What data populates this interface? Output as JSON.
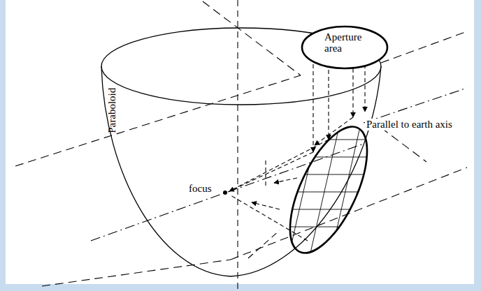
{
  "diagram": {
    "nodes": [
      {
        "text": [
          "Aperture area"
        ]
      }
    ],
    "labels": [
      "Parallel to earth axis",
      "focus",
      "Paraboloid"
    ]
  }
}
